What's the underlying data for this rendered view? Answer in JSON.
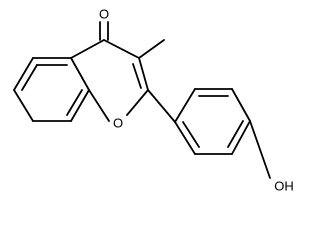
{
  "molecule": {
    "atoms": {
      "carbonyl_oxygen": "O",
      "ring_oxygen": "O",
      "hydroxyl": "OH"
    }
  }
}
